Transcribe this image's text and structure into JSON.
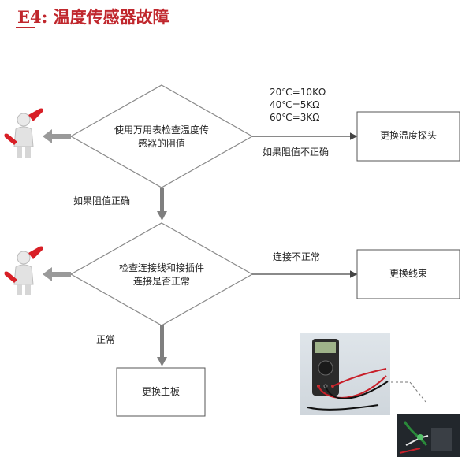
{
  "title": "E4: 温度传感器故障",
  "nodes": {
    "decision1": "使用万用表检查温度传\n感器的阻值",
    "decision2": "检查连接线和接插件\n连接是否正常",
    "replace_probe": "更换温度探头",
    "replace_harness": "更换线束",
    "replace_board": "更换主板"
  },
  "labels": {
    "resistance_ref": [
      "20℃=10KΩ",
      "40℃=5KΩ",
      "60℃=3KΩ"
    ],
    "incorrect": "如果阻值不正确",
    "correct": "如果阻值正确",
    "connection_bad": "连接不正常",
    "normal": "正常"
  },
  "icons": {
    "repair_person": "repair-person-icon"
  },
  "colors": {
    "title": "#c0272d",
    "shape_stroke": "#8a8a8a",
    "arrow_gray": "#7f7f7f"
  }
}
